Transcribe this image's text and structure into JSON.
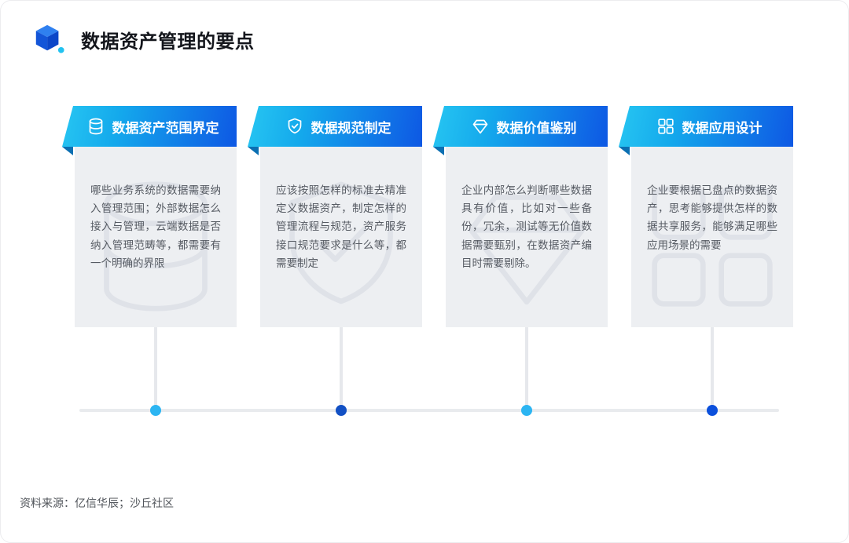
{
  "header": {
    "title": "数据资产管理的要点",
    "logo": "cube-logo"
  },
  "cards": [
    {
      "icon": "database-icon",
      "title": "数据资产范围界定",
      "body": "哪些业务系统的数据需要纳入管理范围；外部数据怎么接入与管理，云端数据是否纳入管理范畴等，都需要有一个明确的界限",
      "dot_color": "#2cb5f2"
    },
    {
      "icon": "shield-icon",
      "title": "数据规范制定",
      "body": "应该按照怎样的标准去精准定义数据资产，制定怎样的管理流程与规范，资产服务接口规范要求是什么等，都需要制定",
      "dot_color": "#1250c4"
    },
    {
      "icon": "diamond-icon",
      "title": "数据价值鉴别",
      "body": "企业内部怎么判断哪些数据具有价值，比如对一些备份，冗余，测试等无价值数据需要甄别，在数据资产编目时需要剔除。",
      "dot_color": "#2cb5f2"
    },
    {
      "icon": "grid-icon",
      "title": "数据应用设计",
      "body": "企业要根据已盘点的数据资产，思考能够提供怎样的数据共享服务，能够满足哪些应用场景的需要",
      "dot_color": "#0b50dc"
    }
  ],
  "footer": {
    "source": "资料来源：亿信华辰；沙丘社区"
  },
  "colors": {
    "ribbon_gradient_start": "#27c6f2",
    "ribbon_gradient_end": "#0e58e4",
    "card_background": "#edeff2",
    "watermark_stroke": "#dfe2e8",
    "timeline_gray": "#e9ebee"
  }
}
